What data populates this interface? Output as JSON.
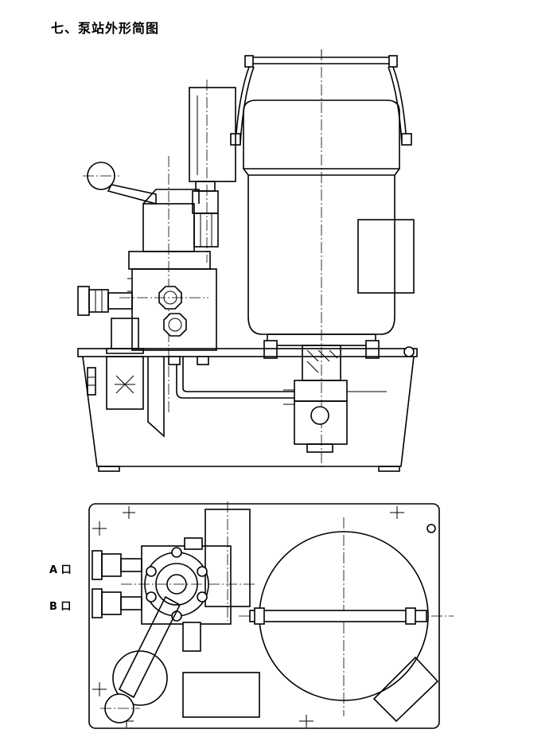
{
  "heading": "七、泵站外形简图",
  "ports": {
    "a": "A 口",
    "b": "B 口"
  }
}
